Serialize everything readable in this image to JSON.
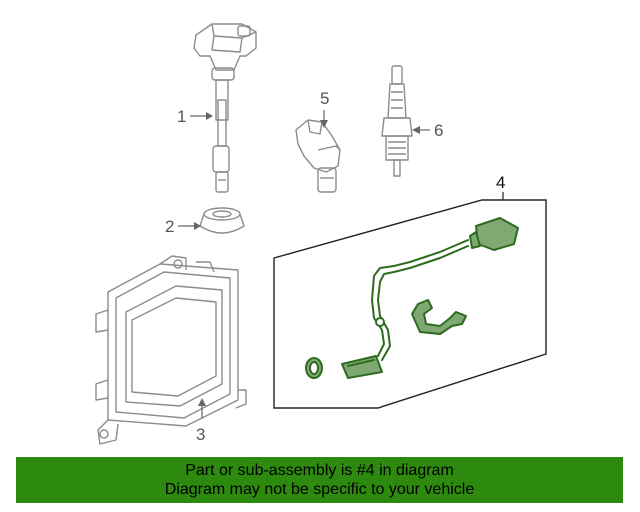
{
  "diagram": {
    "callouts": {
      "c1": "1",
      "c2": "2",
      "c3": "3",
      "c4": "4",
      "c5": "5",
      "c6": "6"
    },
    "parts": {
      "ignition_coil": "ignition-coil-icon",
      "plug_seal": "seal-icon",
      "ecu": "ecu-module-icon",
      "sensor_kit": "crank-sensor-harness-icon",
      "cam_sensor": "position-sensor-icon",
      "spark_plug": "spark-plug-icon"
    },
    "colors": {
      "line_art": "#9a9a9a",
      "highlight": "#2d6b1f",
      "banner": "#2d8a0f"
    }
  },
  "banner": {
    "line1": "Part or sub-assembly is #4 in diagram",
    "line2": "Diagram may not be specific to your vehicle"
  }
}
